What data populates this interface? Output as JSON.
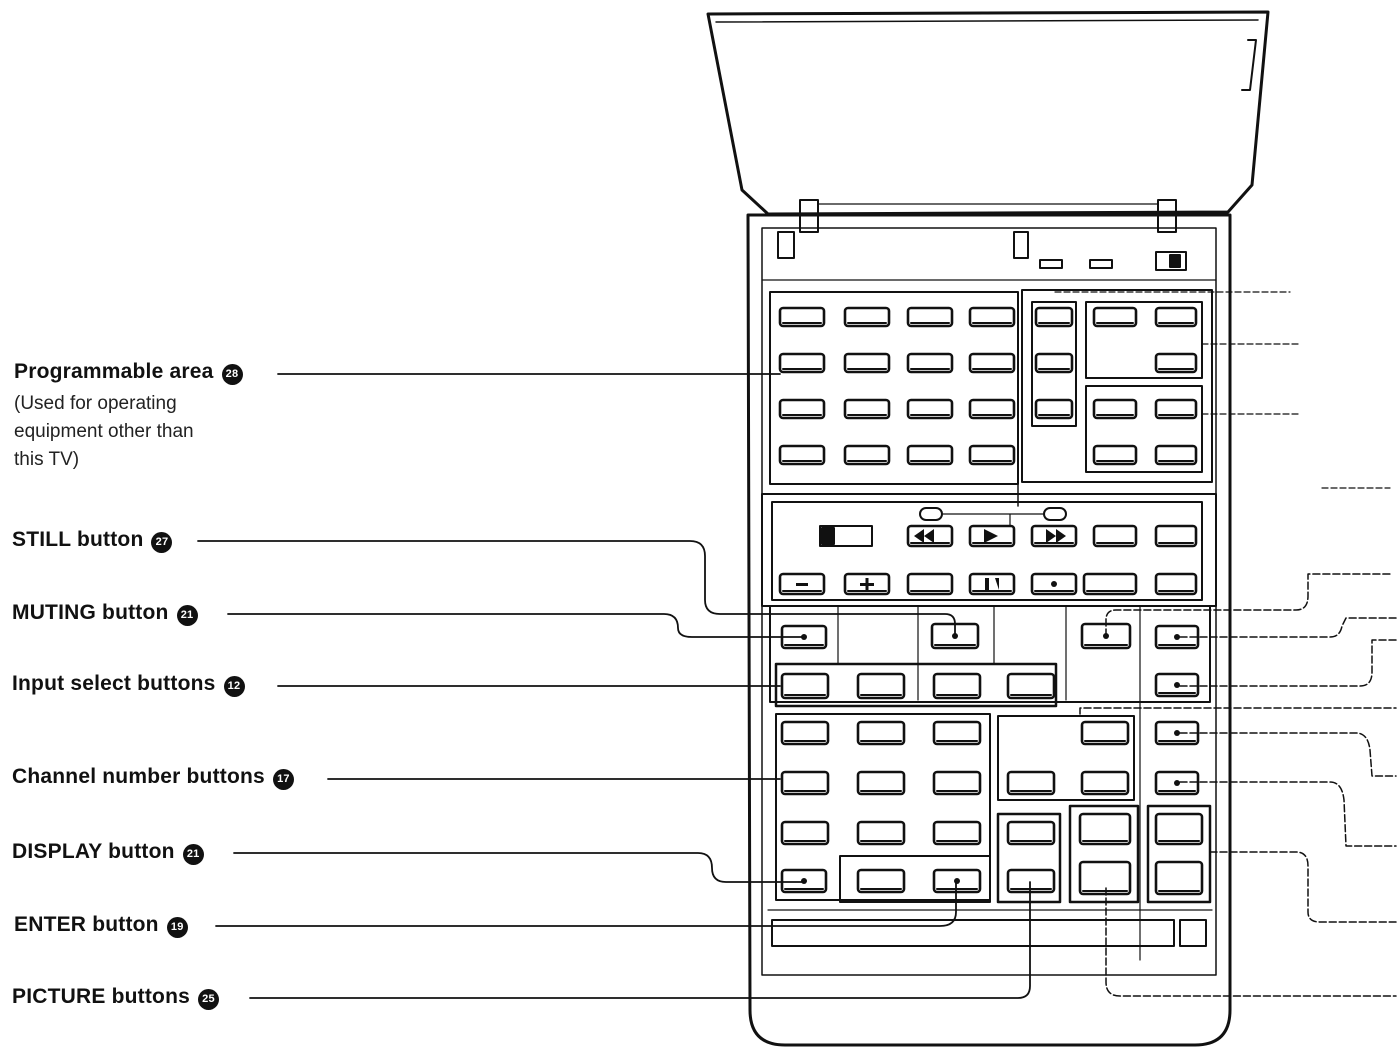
{
  "labels": [
    {
      "id": "programmable-area",
      "text": "Programmable area",
      "num": "28"
    },
    {
      "id": "still-button",
      "text": "STILL button",
      "num": "27"
    },
    {
      "id": "muting-button",
      "text": "MUTING button",
      "num": "21"
    },
    {
      "id": "input-select-buttons",
      "text": "Input select buttons",
      "num": "12"
    },
    {
      "id": "channel-number-buttons",
      "text": "Channel number buttons",
      "num": "17"
    },
    {
      "id": "display-button",
      "text": "DISPLAY button",
      "num": "21"
    },
    {
      "id": "enter-button",
      "text": "ENTER button",
      "num": "19"
    },
    {
      "id": "picture-buttons",
      "text": "PICTURE buttons",
      "num": "25"
    }
  ],
  "programmable_note": [
    "(Used for operating",
    "equipment other than",
    "this TV)"
  ],
  "colors": {
    "ink": "#111111",
    "paper": "#ffffff",
    "shade": "#e8e8e8"
  }
}
